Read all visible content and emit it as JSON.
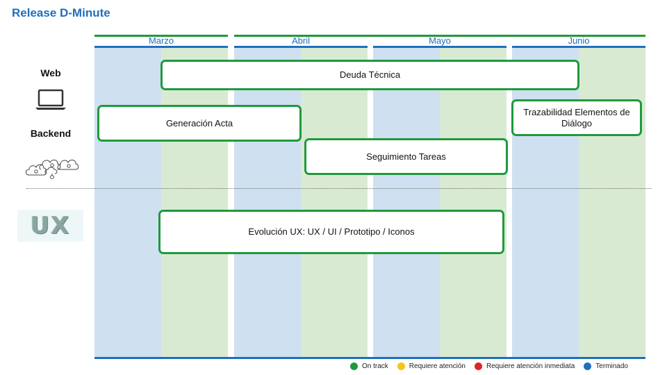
{
  "title": "Release D-Minute",
  "months": [
    "Marzo",
    "Abril",
    "Mayo",
    "Junio"
  ],
  "rows": {
    "web": "Web",
    "backend": "Backend"
  },
  "ux_logo_text": "UX",
  "tasks": [
    {
      "label": "Deuda Técnica",
      "status": "On track"
    },
    {
      "label": "Generación Acta",
      "status": "On track"
    },
    {
      "label": "Trazabilidad Elementos de Diálogo",
      "status": "On track"
    },
    {
      "label": "Seguimiento Tareas",
      "status": "On track"
    },
    {
      "label": "Evolución UX:  UX / UI / Prototipo / Iconos",
      "status": "On track"
    }
  ],
  "legend": [
    {
      "label": "On track",
      "color": "#1e9a3c"
    },
    {
      "label": "Requiere atención",
      "color": "#f5c518"
    },
    {
      "label": "Requiere atención inmediata",
      "color": "#e02424"
    },
    {
      "label": "Terminado",
      "color": "#1f6fbd"
    }
  ],
  "colors": {
    "accent_blue": "#1f6fbd",
    "accent_green": "#1e9a3c",
    "column_blue": "#cfe0f1",
    "column_green": "#d9ead3"
  }
}
